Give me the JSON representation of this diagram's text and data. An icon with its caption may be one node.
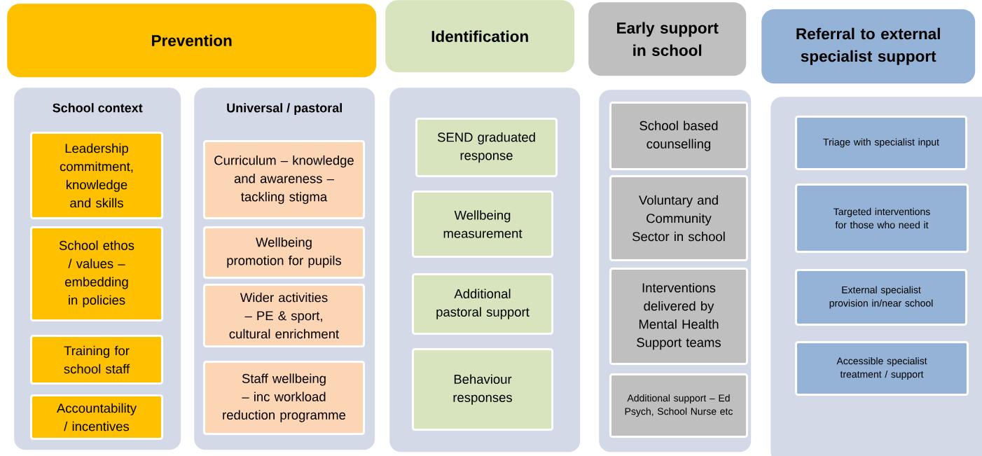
{
  "diagram": {
    "nodes": [
      {
        "text": [
          "Prevention"
        ]
      },
      {
        "text": [
          "Identification"
        ]
      },
      {
        "text": [
          "Early support in school"
        ]
      },
      {
        "text": [
          "Referral to external specialist support"
        ]
      },
      {
        "text": [
          "School context"
        ]
      },
      {
        "text": [
          "Leadership commitment, knowledge and skills"
        ],
        "in": 4
      },
      {
        "text": [
          "School ethos / values – embedding in policies"
        ],
        "in": 4
      },
      {
        "text": [
          "Training for school staff"
        ],
        "in": 4
      },
      {
        "text": [
          "Accountability / incentives"
        ],
        "in": 4
      },
      {
        "text": [
          "Universal / pastoral"
        ]
      },
      {
        "text": [
          "Curriculum – knowledge and awareness – tackling stigma"
        ],
        "in": 9
      },
      {
        "text": [
          "Wellbeing promotion for pupils"
        ],
        "in": 9
      },
      {
        "text": [
          "Wider activities – PE & sport, cultural enrichment"
        ],
        "in": 9
      },
      {
        "text": [
          "Staff wellbeing – inc workload reduction programme"
        ],
        "in": 9
      },
      {
        "text": [],
        "shape": "box"
      },
      {
        "text": [
          "SEND graduated response"
        ],
        "in": 14
      },
      {
        "text": [
          "Wellbeing measurement"
        ],
        "in": 14
      },
      {
        "text": [
          "Additional pastoral support"
        ],
        "in": 14
      },
      {
        "text": [
          "Behaviour responses"
        ],
        "in": 14
      },
      {
        "text": [],
        "shape": "box"
      },
      {
        "text": [
          "School based counselling"
        ],
        "in": 19
      },
      {
        "text": [
          "Voluntary and Community Sector in school"
        ],
        "in": 19
      },
      {
        "text": [
          "Interventions delivered by Mental Health Support teams"
        ],
        "in": 19
      },
      {
        "text": [
          "Additional support – Ed Psych, School Nurse etc"
        ],
        "in": 19
      },
      {
        "text": [],
        "shape": "box"
      },
      {
        "text": [
          "Triage with specialist input"
        ],
        "in": 24
      },
      {
        "text": [
          "Targeted interventions for those who need it"
        ],
        "in": 24
      },
      {
        "text": [
          "External specialist provision in/near school"
        ],
        "in": 24
      },
      {
        "text": [
          "Accessible specialist treatment / support"
        ],
        "in": 24
      }
    ]
  }
}
